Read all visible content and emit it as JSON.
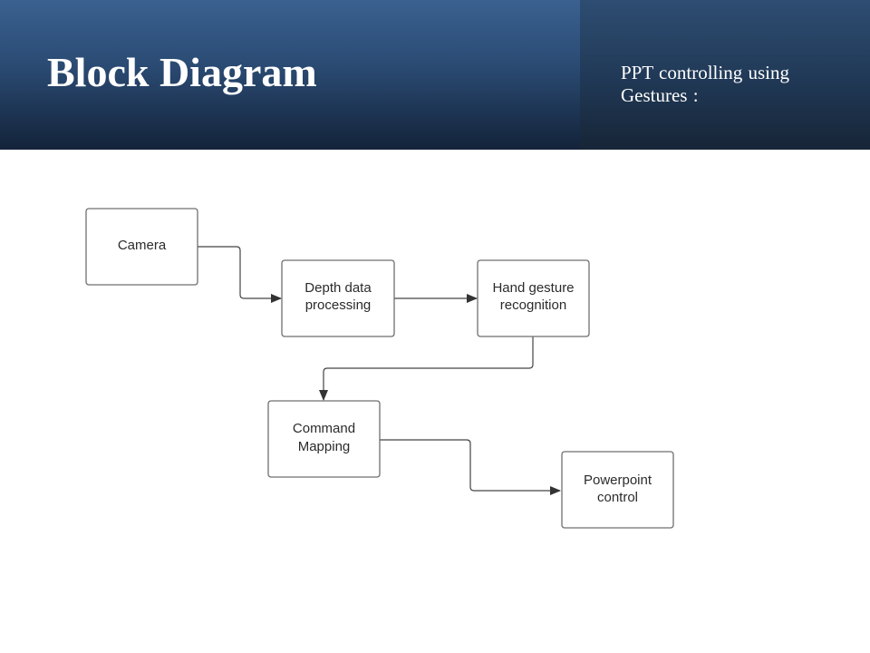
{
  "slide": {
    "title": "Block Diagram",
    "subtitle_lines": [
      "PPT controlling using",
      "Gestures :"
    ]
  },
  "diagram": {
    "nodes": [
      {
        "id": "camera",
        "lines": [
          "Camera"
        ]
      },
      {
        "id": "depth",
        "lines": [
          "Depth data",
          "processing"
        ]
      },
      {
        "id": "gesture",
        "lines": [
          "Hand gesture",
          "recognition"
        ]
      },
      {
        "id": "command",
        "lines": [
          "Command",
          "Mapping"
        ]
      },
      {
        "id": "powerpoint",
        "lines": [
          "Powerpoint",
          "control"
        ]
      }
    ],
    "edges": [
      {
        "from": "camera",
        "to": "depth"
      },
      {
        "from": "depth",
        "to": "gesture"
      },
      {
        "from": "gesture",
        "to": "command"
      },
      {
        "from": "command",
        "to": "powerpoint"
      }
    ]
  },
  "colors": {
    "header_top": "#3a6190",
    "header_bottom": "#13233a",
    "box_border": "#6f6f6f",
    "arrow": "#444444"
  }
}
